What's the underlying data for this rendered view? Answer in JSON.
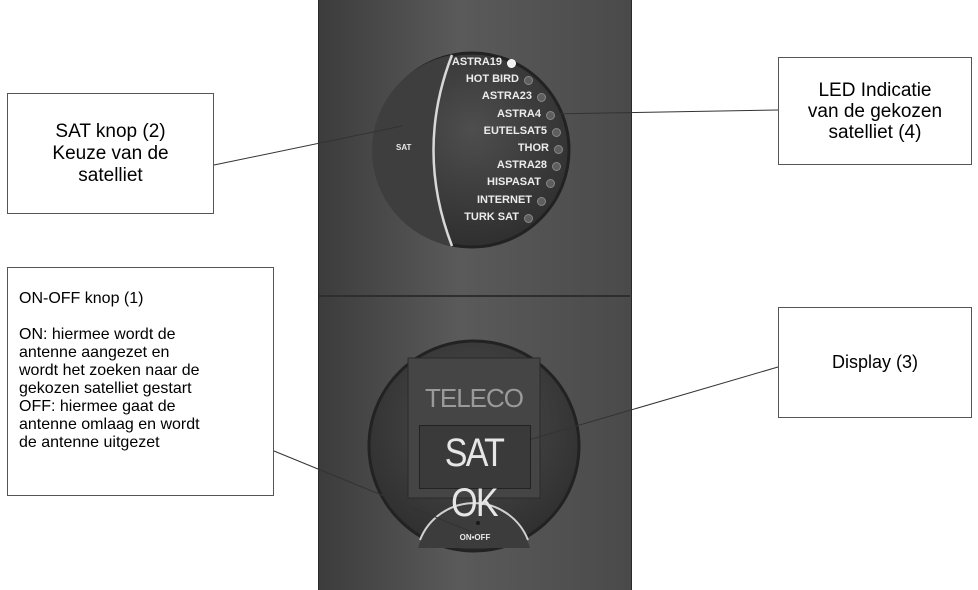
{
  "device": {
    "sat_button_label": "SAT",
    "led_items": [
      {
        "label": "ASTRA19",
        "active": true
      },
      {
        "label": "HOT BIRD",
        "active": false
      },
      {
        "label": "ASTRA23",
        "active": false
      },
      {
        "label": "ASTRA4",
        "active": false
      },
      {
        "label": "EUTELSAT5",
        "active": false
      },
      {
        "label": "THOR",
        "active": false
      },
      {
        "label": "ASTRA28",
        "active": false
      },
      {
        "label": "HISPASAT",
        "active": false
      },
      {
        "label": "INTERNET",
        "active": false
      },
      {
        "label": "TURK SAT",
        "active": false
      }
    ],
    "display_brand": "TELECO",
    "display_text": "SAT OK",
    "onoff_label": "ON•OFF"
  },
  "callouts": {
    "sat": [
      "SAT knop (2)",
      "Keuze van de",
      "satelliet"
    ],
    "led": [
      "LED Indicatie",
      "van de gekozen",
      "satelliet (4)"
    ],
    "onoff": {
      "title": "ON-OFF knop (1)",
      "lines": [
        "ON: hiermee wordt de",
        "antenne aangezet en",
        "wordt het zoeken naar de",
        "gekozen satelliet gestart",
        "OFF:  hiermee gaat de",
        "antenne omlaag en wordt",
        "de antenne uitgezet"
      ]
    },
    "display": "Display  (3)"
  }
}
